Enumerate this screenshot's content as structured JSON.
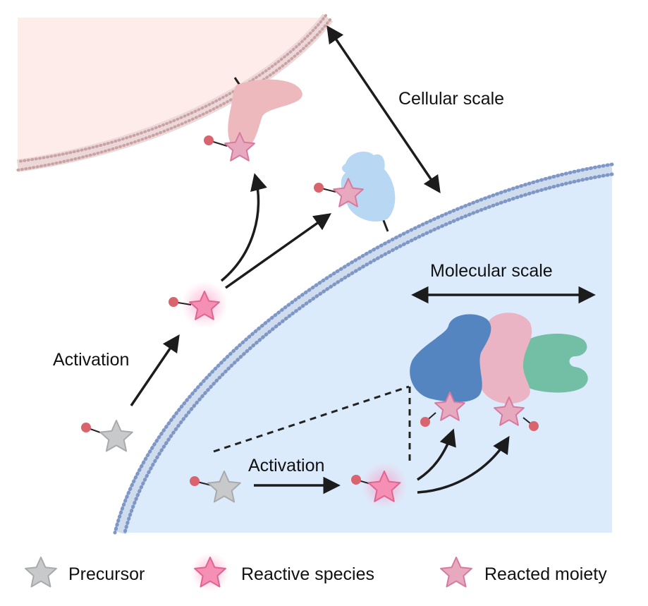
{
  "labels": {
    "cellular_scale": "Cellular scale",
    "molecular_scale": "Molecular scale",
    "activation_top": "Activation",
    "activation_bottom": "Activation"
  },
  "legend": {
    "precursor": "Precursor",
    "reactive_species": "Reactive species",
    "reacted_moiety": "Reacted moiety"
  },
  "colors": {
    "top_cell_fill": "#fdecea",
    "top_membrane": "#c9a3a3",
    "bottom_cell_fill": "#dcebfb",
    "bottom_membrane": "#7f97c7",
    "precursor_star": "#c8c9cb",
    "reactive_star": "#f58fb3",
    "reacted_star": "#e7a9bd",
    "linker_dot": "#d9646d",
    "protein_pink": "#edb9bd",
    "protein_light_blue": "#b7d7f2",
    "protein_dark_blue": "#5585c0",
    "protein_pink2": "#eab4c4",
    "protein_teal": "#72bfa6",
    "arrow": "#1c1c1c"
  }
}
